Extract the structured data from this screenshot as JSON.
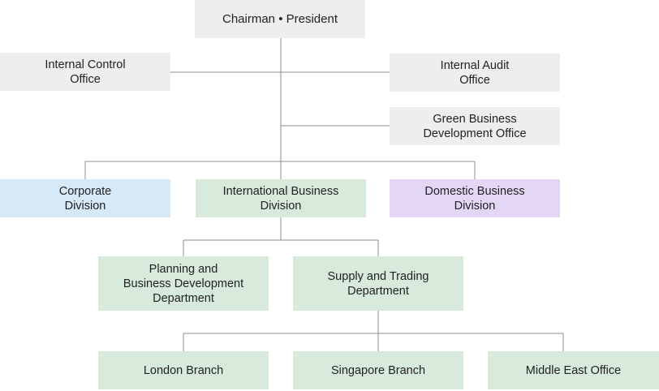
{
  "org_chart": {
    "top": {
      "lines": [
        "Chairman • President"
      ]
    },
    "internal_control": {
      "lines": [
        "Internal Control",
        "Office"
      ]
    },
    "internal_audit": {
      "lines": [
        "Internal Audit",
        "Office"
      ]
    },
    "green_business": {
      "lines": [
        "Green Business",
        "Development Office"
      ]
    },
    "corporate_division": {
      "lines": [
        "Corporate",
        "Division"
      ]
    },
    "international_division": {
      "lines": [
        "International Business",
        "Division"
      ]
    },
    "domestic_division": {
      "lines": [
        "Domestic Business",
        "Division"
      ]
    },
    "planning_department": {
      "lines": [
        "Planning and",
        "Business Development",
        "Department"
      ]
    },
    "supply_trading_department": {
      "lines": [
        "Supply and Trading",
        "Department"
      ]
    },
    "london_branch": {
      "lines": [
        "London Branch"
      ]
    },
    "singapore_branch": {
      "lines": [
        "Singapore Branch"
      ]
    },
    "middle_east_office": {
      "lines": [
        "Middle East Office"
      ]
    }
  },
  "colors": {
    "executive": "#eeeeee",
    "corporate": "#d6e9f8",
    "international": "#d7eadb",
    "domestic": "#e4d7f6",
    "connector": "#8c8c8c"
  }
}
